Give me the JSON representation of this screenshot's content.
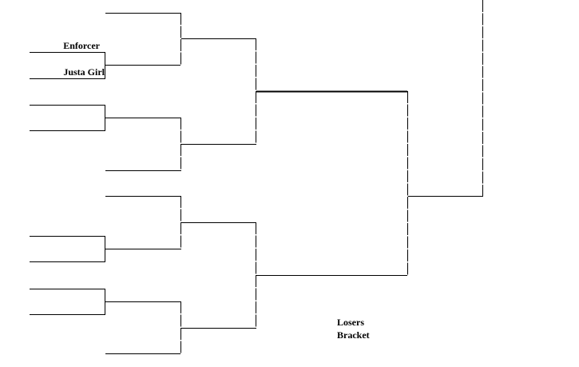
{
  "teams": {
    "enforcer": "Enforcer",
    "justa_girl": "Justa Girl"
  },
  "bracket_title": {
    "line1": "Losers",
    "line2": "Bracket"
  },
  "line_color": "#000000"
}
